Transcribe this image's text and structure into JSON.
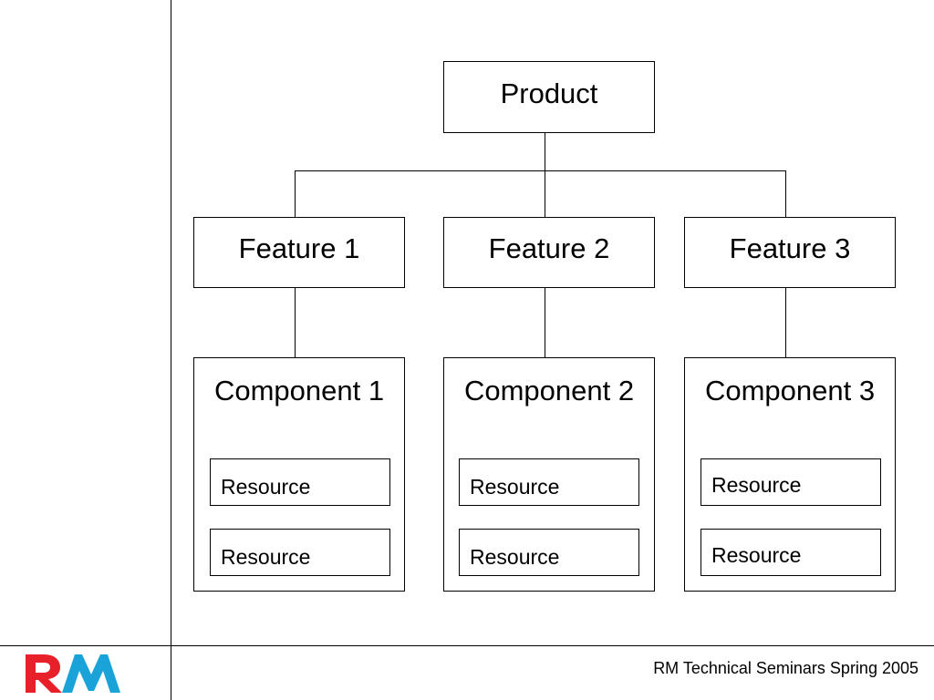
{
  "diagram": {
    "root": {
      "label": "Product"
    },
    "features": [
      {
        "label": "Feature 1"
      },
      {
        "label": "Feature 2"
      },
      {
        "label": "Feature 3"
      }
    ],
    "components": [
      {
        "label": "Component 1",
        "resources": [
          "Resource",
          "Resource"
        ]
      },
      {
        "label": "Component 2",
        "resources": [
          "Resource",
          "Resource"
        ]
      },
      {
        "label": "Component 3",
        "resources": [
          "Resource",
          "Resource"
        ]
      }
    ]
  },
  "footer": {
    "text": "RM Technical Seminars Spring 2005"
  },
  "logo": {
    "text": "RM",
    "colors": {
      "r": "#e8202a",
      "m": "#1aa3d8"
    }
  }
}
